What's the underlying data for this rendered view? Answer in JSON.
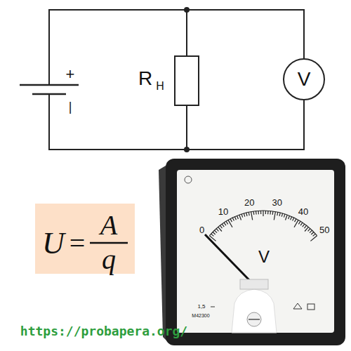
{
  "diagram": {
    "nodes": [
      {
        "text": [
          "V"
        ]
      }
    ],
    "labels": [
      "+",
      "|",
      "R",
      "Н",
      "U",
      "=",
      "A",
      "q",
      "0",
      "10",
      "20",
      "30",
      "40",
      "50",
      "V",
      "1,5",
      "М42300",
      "https://probapera.org/"
    ]
  }
}
